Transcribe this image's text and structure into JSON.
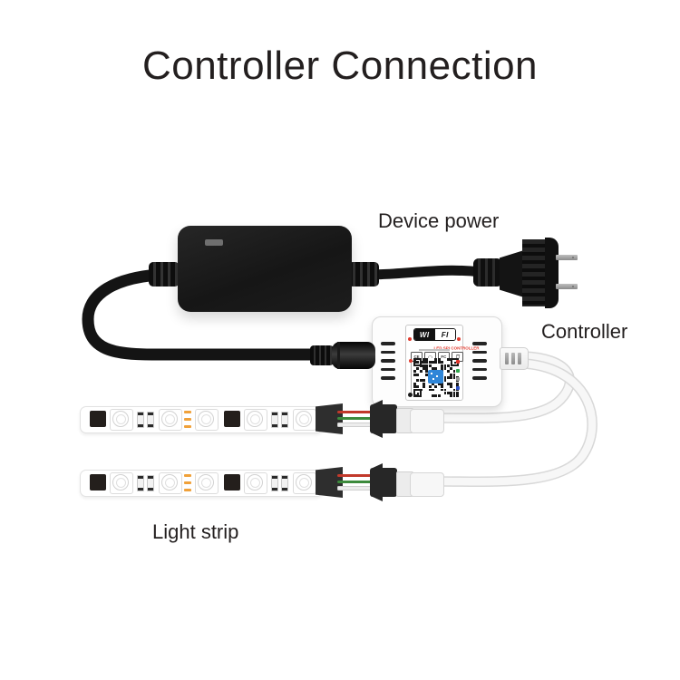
{
  "title": "Controller Connection",
  "annotations": {
    "device_power": "Device power",
    "controller": "Controller",
    "light_strip": "Light strip"
  },
  "controller_label": {
    "wifi_left": "WI",
    "wifi_right": "FI",
    "product_line": "LED SPI CONTROLLER",
    "ce_mark": "CE",
    "fcc_mark": "FC"
  },
  "colors": {
    "accent_red": "#e23b2e",
    "qr_center_blue": "#2f86d8",
    "status_dots": [
      "#e0342b",
      "#31a84f",
      "#9a9a9a",
      "#2f55c8"
    ],
    "wire_colors": [
      "#c2392b",
      "#3c8a3c",
      "#ededed"
    ],
    "strip_cut_mark": "#f0a13a",
    "adapter_black": "#1b1b1b"
  }
}
